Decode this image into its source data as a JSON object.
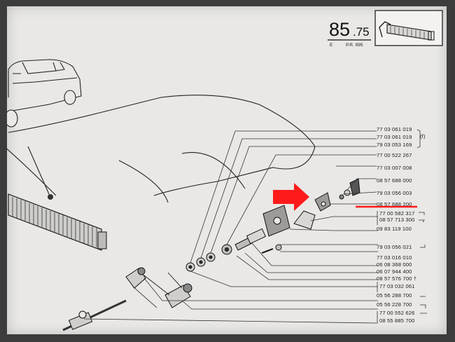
{
  "header": {
    "page_number_main": "85",
    "page_number_sub": ".75",
    "edition_letter": "E",
    "reference": "P.R. 995"
  },
  "side_note": "(f)",
  "highlight": {
    "part_number": "08 57 688 200",
    "arrow_color": "#ff1a1a",
    "underline_color": "#ff1a1a"
  },
  "parts": [
    {
      "number": "77 03 061 019",
      "mark": ""
    },
    {
      "number": "77 03 061 019",
      "mark": ""
    },
    {
      "number": "79 03 053 169",
      "mark": ""
    },
    {
      "number": "77 00 522 267",
      "mark": ""
    },
    {
      "number": "77 03 007 008",
      "mark": ""
    },
    {
      "number": "08 57 688 000",
      "mark": ""
    },
    {
      "number": "79 03 056 003",
      "mark": ""
    },
    {
      "number": "08 57 688 200",
      "mark": ""
    },
    {
      "number": "77 00 582 317",
      "mark": ""
    },
    {
      "number": "08 57 713 300",
      "mark": ""
    },
    {
      "number": "09 83 119 100",
      "mark": ""
    },
    {
      "number": "79 03 056 021",
      "mark": ""
    },
    {
      "number": "77 03 016 010",
      "mark": ""
    },
    {
      "number": "06 08 368 000",
      "mark": ""
    },
    {
      "number": "06 07 944 400",
      "mark": ""
    },
    {
      "number": "08 57 576 700",
      "mark": "†"
    },
    {
      "number": "77 03 032 061",
      "mark": ""
    },
    {
      "number": "05 56 288 700",
      "mark": ""
    },
    {
      "number": "05 56 228 700",
      "mark": ""
    },
    {
      "number": "77 00 552 626",
      "mark": ""
    },
    {
      "number": "08 55 885 700",
      "mark": ""
    }
  ]
}
